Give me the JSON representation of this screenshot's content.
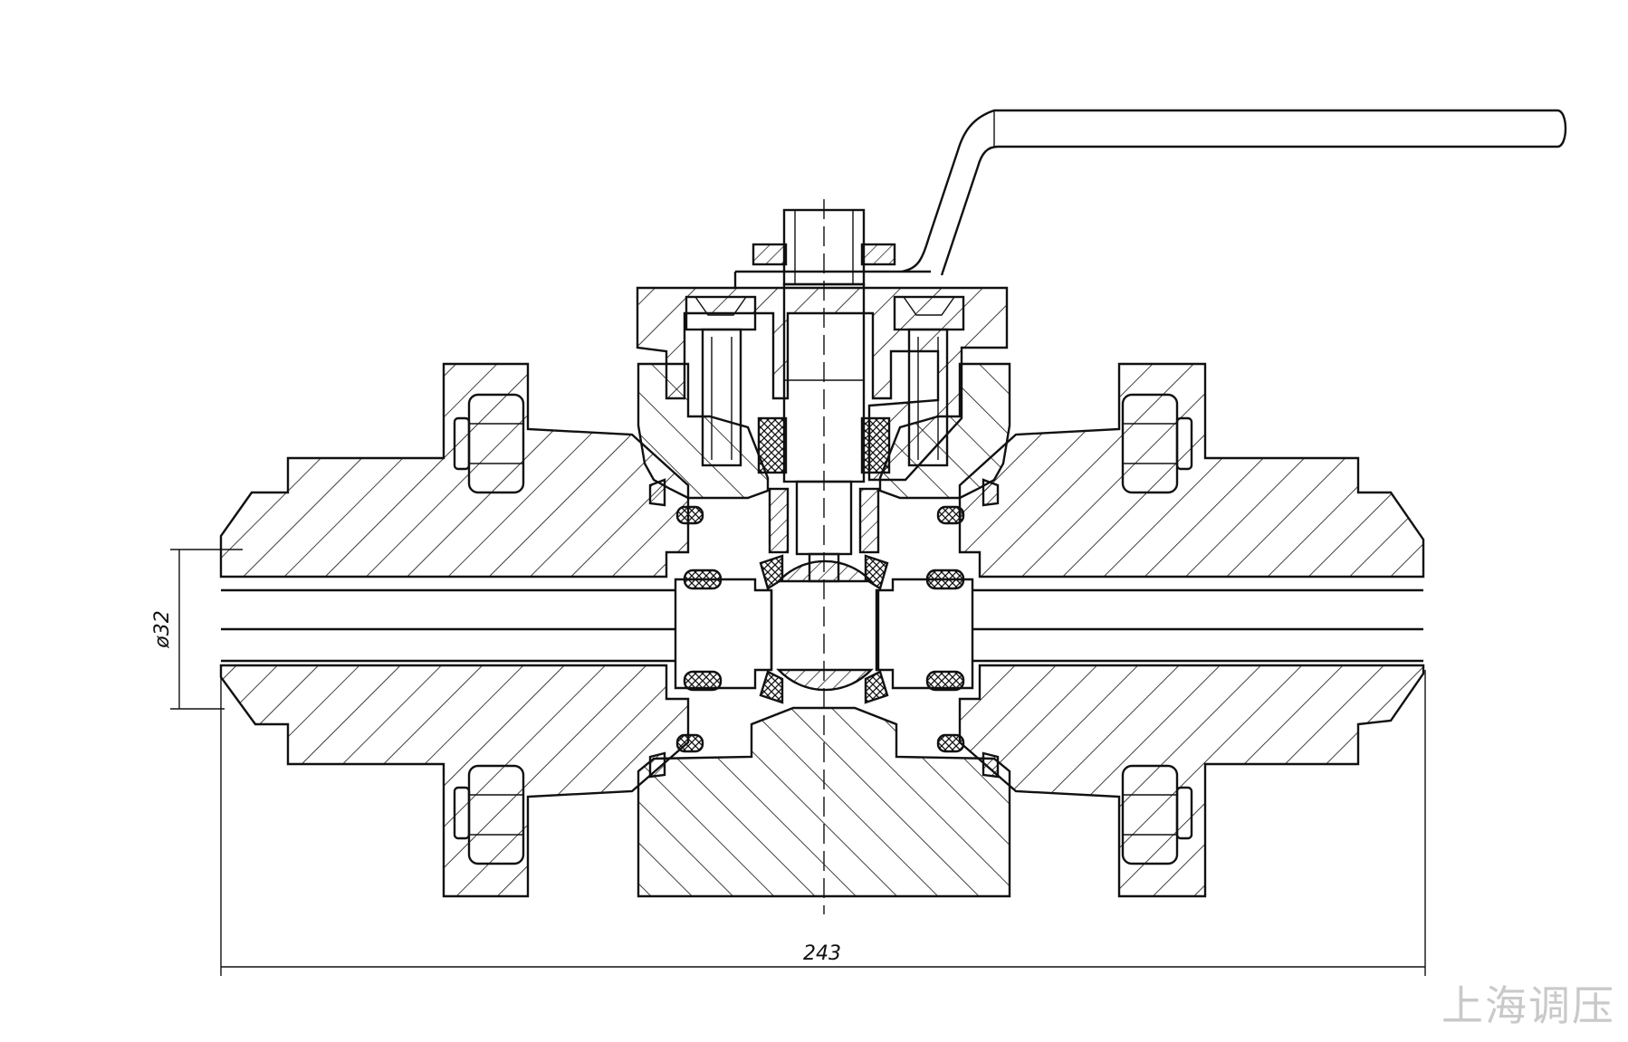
{
  "dimensions": {
    "bore_diameter": "ø32",
    "overall_length": "243"
  },
  "watermark": "上海调压",
  "colors": {
    "line": "#111111",
    "hatch": "#111111",
    "background": "#ffffff",
    "watermark": "#c9c9c9"
  }
}
